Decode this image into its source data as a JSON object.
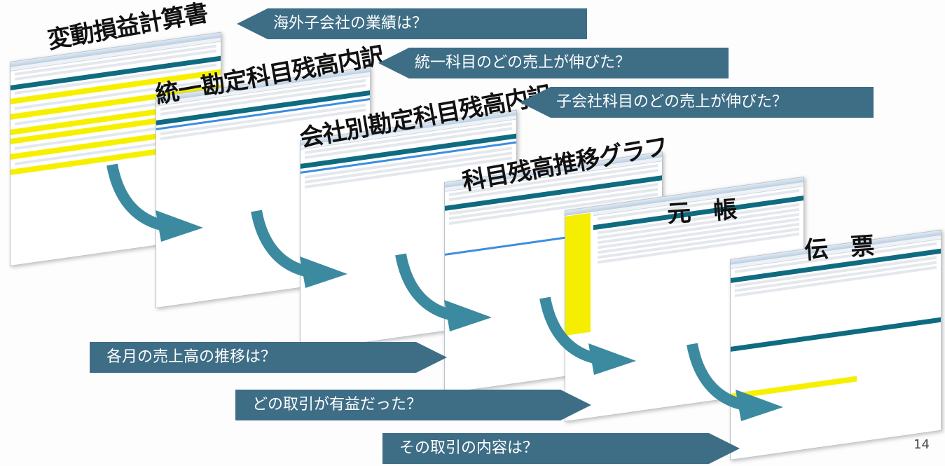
{
  "slide": {
    "page_number": "14",
    "screens": [
      {
        "title": "変動損益計算書"
      },
      {
        "title": "統一勘定科目残高内訳"
      },
      {
        "title": "会社別勘定科目残高内訳"
      },
      {
        "title": "科目残高推移グラフ"
      },
      {
        "title": "元　帳"
      },
      {
        "title": "伝　票"
      }
    ],
    "questions_top": [
      "海外子会社の業績は？",
      "統一科目のどの売上が伸びた？",
      "子会社科目のどの売上が伸びた？"
    ],
    "questions_bottom": [
      "各月の売上高の推移は？",
      "どの取引が有益だった？",
      "その取引の内容は？"
    ],
    "colors": {
      "callout": "#3e6d86",
      "header": "#0f6b80",
      "highlight": "#f6f000",
      "arrow": "#3b8aa0"
    }
  }
}
